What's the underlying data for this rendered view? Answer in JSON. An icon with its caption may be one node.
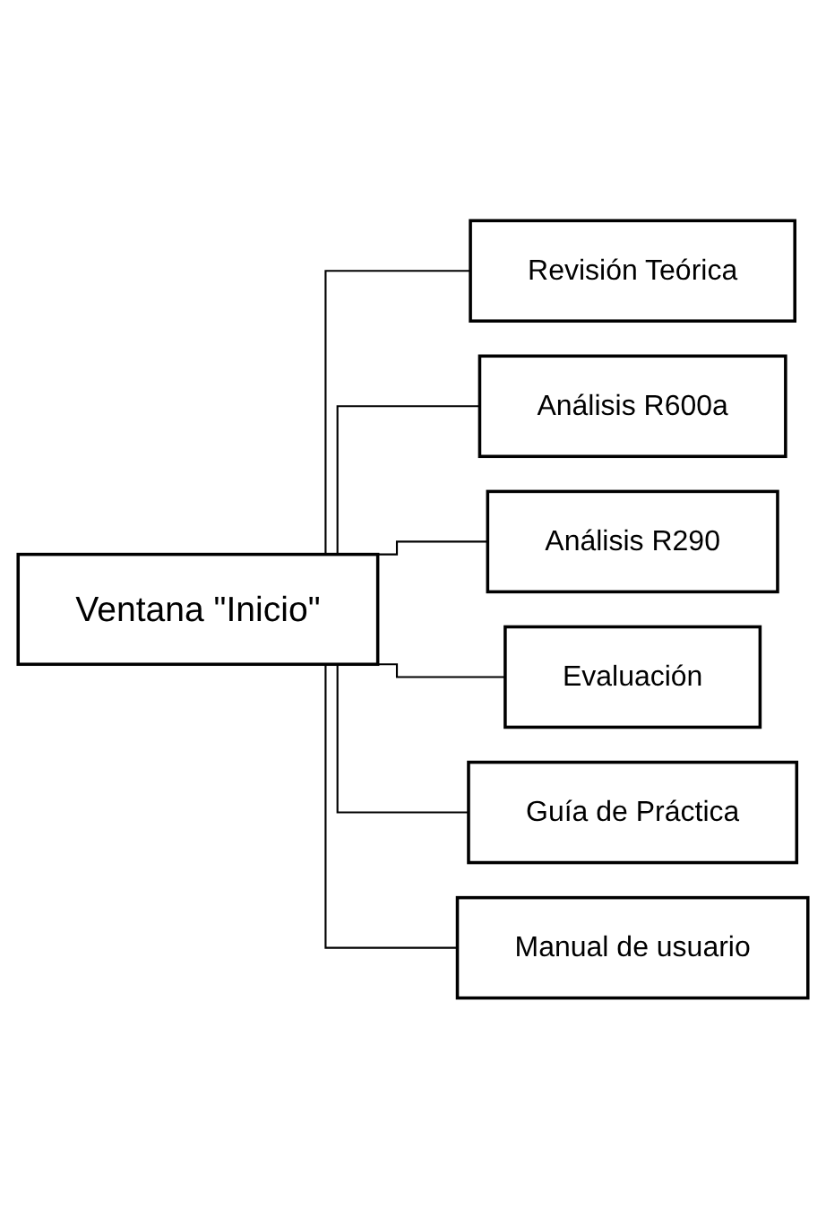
{
  "diagram": {
    "nodes": [
      {
        "text": [
          "Ventana \"Inicio\""
        ]
      },
      {
        "text": [
          "Revisión Teórica"
        ]
      },
      {
        "text": [
          "Análisis R600a"
        ]
      },
      {
        "text": [
          "Análisis R290"
        ]
      },
      {
        "text": [
          "Evaluación"
        ]
      },
      {
        "text": [
          "Guía de Práctica"
        ]
      },
      {
        "text": [
          "Manual de usuario"
        ]
      }
    ],
    "edges": [
      {
        "from": 0,
        "to": 1,
        "arrow": "none"
      },
      {
        "from": 0,
        "to": 2,
        "arrow": "none"
      },
      {
        "from": 0,
        "to": 3,
        "arrow": "none"
      },
      {
        "from": 0,
        "to": 4,
        "arrow": "none"
      },
      {
        "from": 0,
        "to": 5,
        "arrow": "none"
      },
      {
        "from": 0,
        "to": 6,
        "arrow": "none"
      }
    ]
  }
}
